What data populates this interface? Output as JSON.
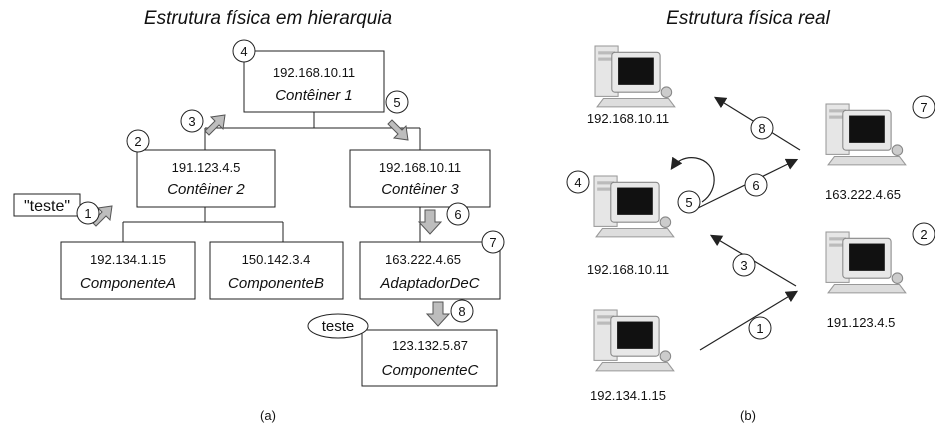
{
  "title_left": "Estrutura física em hierarquia",
  "title_right": "Estrutura física real",
  "panel_a_label": "(a)",
  "panel_b_label": "(b)",
  "hierarchy": {
    "c1": {
      "ip": "192.168.10.11",
      "name": "Contêiner 1"
    },
    "c2": {
      "ip": "191.123.4.5",
      "name": "Contêiner 2"
    },
    "c3": {
      "ip": "192.168.10.11",
      "name": "Contêiner 3"
    },
    "compA": {
      "ip": "192.134.1.15",
      "name": "ComponenteA"
    },
    "compB": {
      "ip": "150.142.3.4",
      "name": "ComponenteB"
    },
    "adapter": {
      "ip": "163.222.4.65",
      "name": "AdaptadorDeC"
    },
    "compC": {
      "ip": "123.132.5.87",
      "name": "ComponenteC"
    }
  },
  "teste_quoted": "\"teste\"",
  "teste_plain": "teste",
  "steps": [
    "1",
    "2",
    "3",
    "4",
    "5",
    "6",
    "7",
    "8"
  ],
  "machines": {
    "m_top_left": "192.168.10.11",
    "m_top_right": "163.222.4.65",
    "m_mid_left": "192.168.10.11",
    "m_mid_right": "191.123.4.5",
    "m_bottom_left": "192.134.1.15"
  },
  "colors": {
    "line": "#222222",
    "arrow_fill": "#bdbdbd",
    "monitor": "#e8e8e8",
    "screen": "#111111"
  }
}
